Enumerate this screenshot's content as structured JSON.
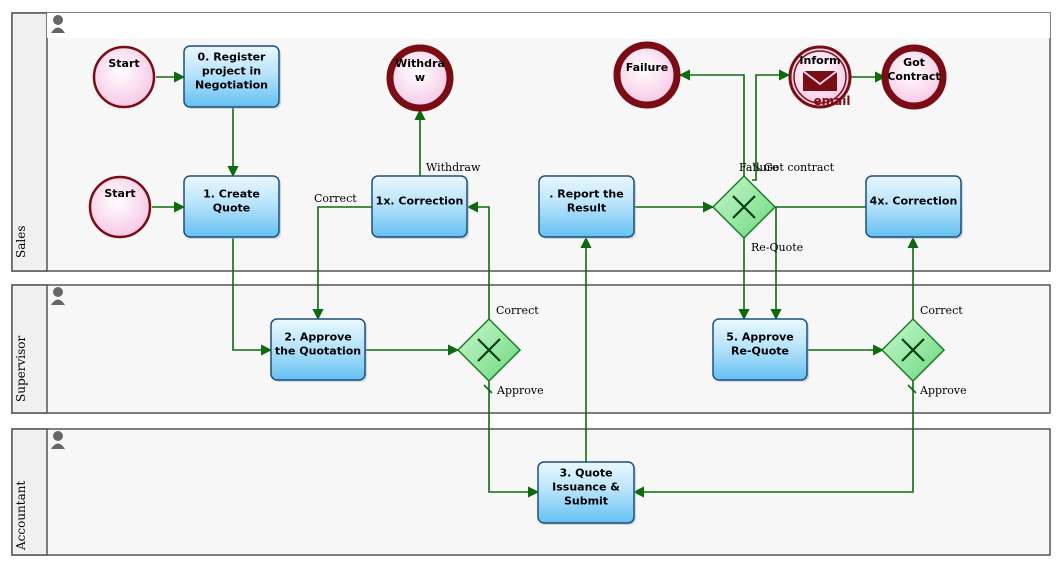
{
  "diagram": {
    "lanes": [
      {
        "id": "sales",
        "label": "Sales"
      },
      {
        "id": "supervisor",
        "label": "Supervisor"
      },
      {
        "id": "accountant",
        "label": "Accountant"
      }
    ],
    "nodes": [
      {
        "id": "start1",
        "type": "start",
        "lines": [
          "Start"
        ]
      },
      {
        "id": "start2",
        "type": "start",
        "lines": [
          "Start"
        ]
      },
      {
        "id": "task0",
        "type": "task",
        "lines": [
          "0. Register",
          "project in",
          "Negotiation"
        ]
      },
      {
        "id": "task1",
        "type": "task",
        "lines": [
          "1. Create",
          "Quote"
        ]
      },
      {
        "id": "task1x",
        "type": "task",
        "lines": [
          "1x. Correction"
        ]
      },
      {
        "id": "taskReport",
        "type": "task",
        "lines": [
          ". Report the",
          "Result"
        ]
      },
      {
        "id": "task4x",
        "type": "task",
        "lines": [
          "4x. Correction"
        ]
      },
      {
        "id": "task2",
        "type": "task",
        "lines": [
          "2. Approve",
          "the Quotation"
        ]
      },
      {
        "id": "task5",
        "type": "task",
        "lines": [
          "5. Approve",
          "Re-Quote"
        ]
      },
      {
        "id": "task3",
        "type": "task",
        "lines": [
          "3. Quote",
          "Issuance &",
          "Submit"
        ]
      },
      {
        "id": "endWithdraw",
        "type": "end",
        "lines": [
          "Withdra",
          "w"
        ]
      },
      {
        "id": "endFailure",
        "type": "end",
        "lines": [
          "Failure"
        ]
      },
      {
        "id": "inform",
        "type": "message",
        "lines": [
          "Inform"
        ],
        "sub": "email"
      },
      {
        "id": "endGot",
        "type": "end",
        "lines": [
          "Got",
          "Contract"
        ]
      },
      {
        "id": "gwSales",
        "type": "gateway"
      },
      {
        "id": "gwSup1",
        "type": "gateway"
      },
      {
        "id": "gwSup2",
        "type": "gateway"
      }
    ],
    "edge_labels": {
      "correct1": "Correct",
      "withdraw": "Withdraw",
      "failure": "Failure",
      "got_contract": "Got contract",
      "requote": "Re-Quote",
      "correct2": "Correct",
      "approve1": "Approve",
      "correct3": "Correct",
      "approve2": "Approve"
    },
    "colors": {
      "edge": "#0d6b0d",
      "task_fill_top": "#e6f6ff",
      "task_fill_bottom": "#6cc6f5",
      "task_stroke": "#1f4f7a",
      "event_ring": "#7a0c14",
      "event_fill": "#fbd6ec",
      "gateway_fill": "#8fe89a",
      "gateway_stroke": "#1d7a2a"
    }
  }
}
